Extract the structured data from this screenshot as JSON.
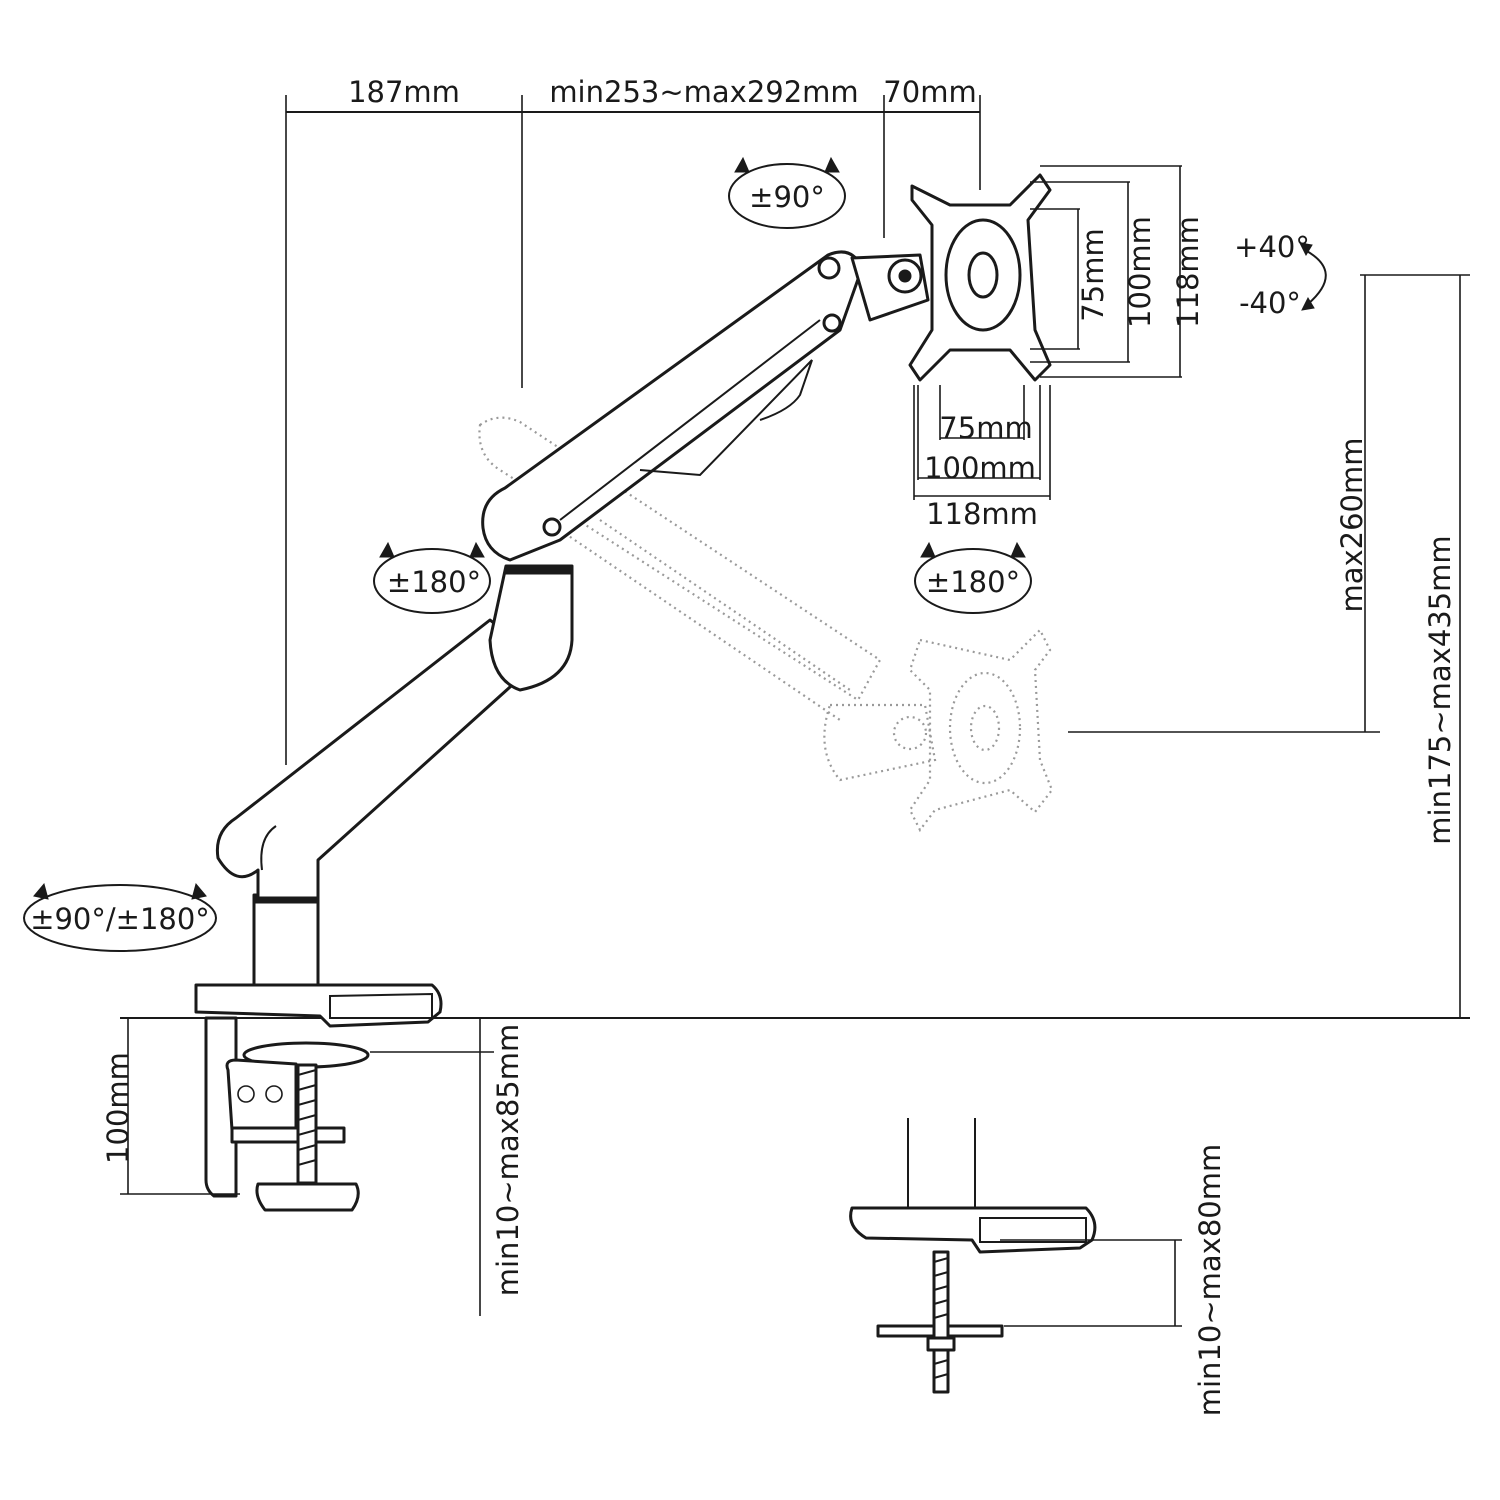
{
  "dimensions": {
    "arm_base_offset": "187mm",
    "arm_reach": "min253~max292mm",
    "head_offset": "70mm",
    "vesa_h_75": "75mm",
    "vesa_h_100": "100mm",
    "plate_h_118": "118mm",
    "vesa_w_75": "75mm",
    "vesa_w_100": "100mm",
    "plate_w_118": "118mm",
    "max_drop": "max260mm",
    "height_range": "min175~max435mm",
    "clamp_height": "100mm",
    "clamp_range": "min10~max85mm",
    "grommet_range": "min10~max80mm"
  },
  "rotations": {
    "head_rotation": "±90°",
    "tilt_up": "+40°",
    "tilt_down": "-40°",
    "elbow_swivel": "±180°",
    "head_swivel": "±180°",
    "base_rotation": "±90°/±180°"
  }
}
